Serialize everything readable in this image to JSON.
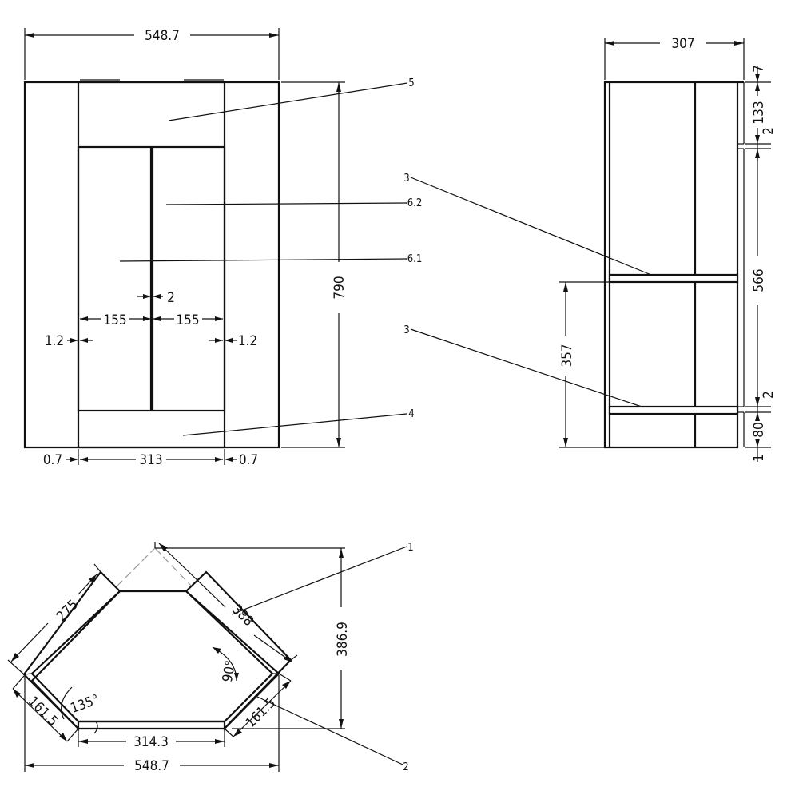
{
  "front_view": {
    "overall_width": "548.7",
    "height": "790",
    "door_gap": "2",
    "door_left_width": "155",
    "door_right_width": "155",
    "side_gap_left": "1.2",
    "side_gap_right": "1.2",
    "plinth_offset_left": "0.7",
    "inner_width": "313",
    "plinth_offset_right": "0.7",
    "callouts": [
      "5",
      "6.2",
      "6.1",
      "4"
    ]
  },
  "side_view": {
    "depth": "307",
    "top_dims": [
      "7",
      "133",
      "2"
    ],
    "middle_dim": "566",
    "bottom_dims": [
      "2",
      "80",
      "1"
    ],
    "shelf_height": "357",
    "callouts": [
      "3",
      "3"
    ]
  },
  "plan_view": {
    "side_left": "275",
    "side_right": "388",
    "depth": "386.9",
    "angle_corner": "90°",
    "angle_front": "135°",
    "return_left": "161.5",
    "return_right": "161.5",
    "front_width": "314.3",
    "overall_width": "548.7",
    "callouts": [
      "1",
      "2"
    ]
  }
}
